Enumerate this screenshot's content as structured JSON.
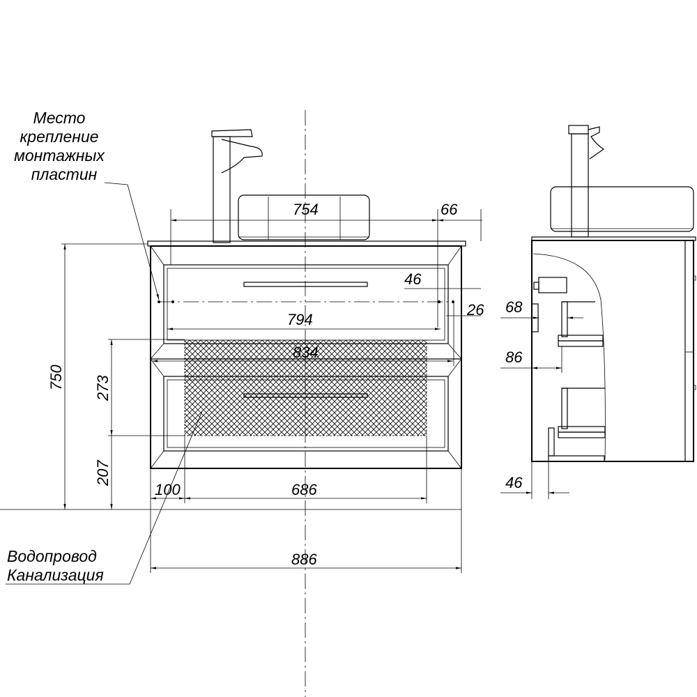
{
  "labels": {
    "mounting": [
      "Место",
      "крепление",
      "монтажных",
      "пластин"
    ],
    "plumbing": [
      "Водопровод",
      "Канализация"
    ]
  },
  "front_dimensions": {
    "basin_offset": "754",
    "right_offset": "66",
    "plate_offset": "46",
    "plate_height": "26",
    "plate_span": "794",
    "mount_span": "834",
    "total_height": "750",
    "hatch_height": "273",
    "hatch_bottom": "207",
    "hatch_left": "100",
    "hatch_width": "686",
    "total_width": "886"
  },
  "side_dimensions": {
    "upper_depth": "68",
    "mid_depth": "86",
    "bottom_depth": "46"
  }
}
